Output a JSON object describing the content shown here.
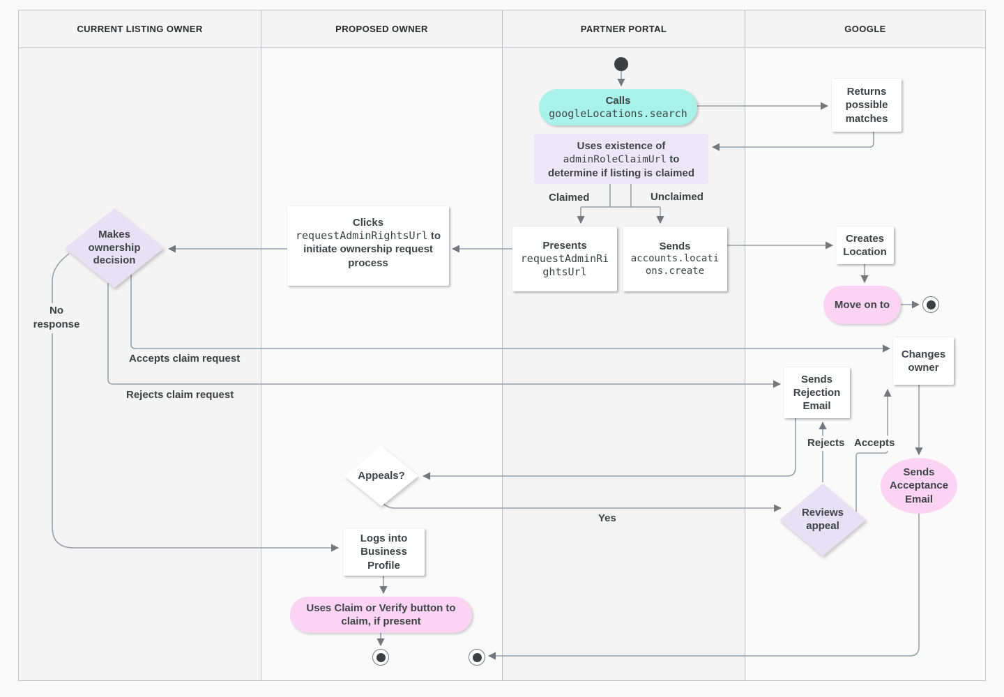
{
  "lanes": [
    {
      "label": "CURRENT LISTING OWNER"
    },
    {
      "label": "PROPOSED OWNER"
    },
    {
      "label": "PARTNER PORTAL"
    },
    {
      "label": "GOOGLE"
    }
  ],
  "nodes": {
    "calls": {
      "title": "Calls",
      "code": "googleLocations.search"
    },
    "uses_existence": {
      "pre": "Uses existence of",
      "code": "adminRoleClaimUrl",
      "post": "to determine if listing is claimed"
    },
    "returns_matches": {
      "text": "Returns possible matches"
    },
    "presents": {
      "title": "Presents",
      "code": "requestAdminRightsUrl"
    },
    "sends_create": {
      "title": "Sends",
      "code": "accounts.locations.create"
    },
    "clicks": {
      "pre": "Clicks",
      "code": "requestAdminRightsUrl",
      "post": "to initiate ownership request process"
    },
    "makes_decision": {
      "text": "Makes ownership decision"
    },
    "creates_location": {
      "text": "Creates Location"
    },
    "move_on_to": {
      "text": "Move on to"
    },
    "changes_owner": {
      "text": "Changes owner"
    },
    "sends_rejection": {
      "text": "Sends Rejection Email"
    },
    "appeals": {
      "text": "Appeals?"
    },
    "reviews_appeal": {
      "text": "Reviews appeal"
    },
    "sends_acceptance": {
      "text": "Sends Acceptance Email"
    },
    "logs_into": {
      "text": "Logs into Business Profile"
    },
    "uses_claim": {
      "text": "Uses Claim or Verify button to claim, if present"
    }
  },
  "edge_labels": {
    "claimed": "Claimed",
    "unclaimed": "Unclaimed",
    "no_response": "No response",
    "accepts_claim": "Accepts claim request",
    "rejects_claim": "Rejects claim request",
    "rejects": "Rejects",
    "accepts": "Accepts",
    "yes": "Yes"
  },
  "colors": {
    "teal": "#a8f2ea",
    "lavender_box": "#ece7f8",
    "lavender_diamond": "#e7e1f5",
    "pink": "#fad4f2",
    "node_text": "#3f4347",
    "line": "#9aa0a6",
    "lane_dark": "#f4f4f4",
    "lane_light": "#fafafa"
  }
}
